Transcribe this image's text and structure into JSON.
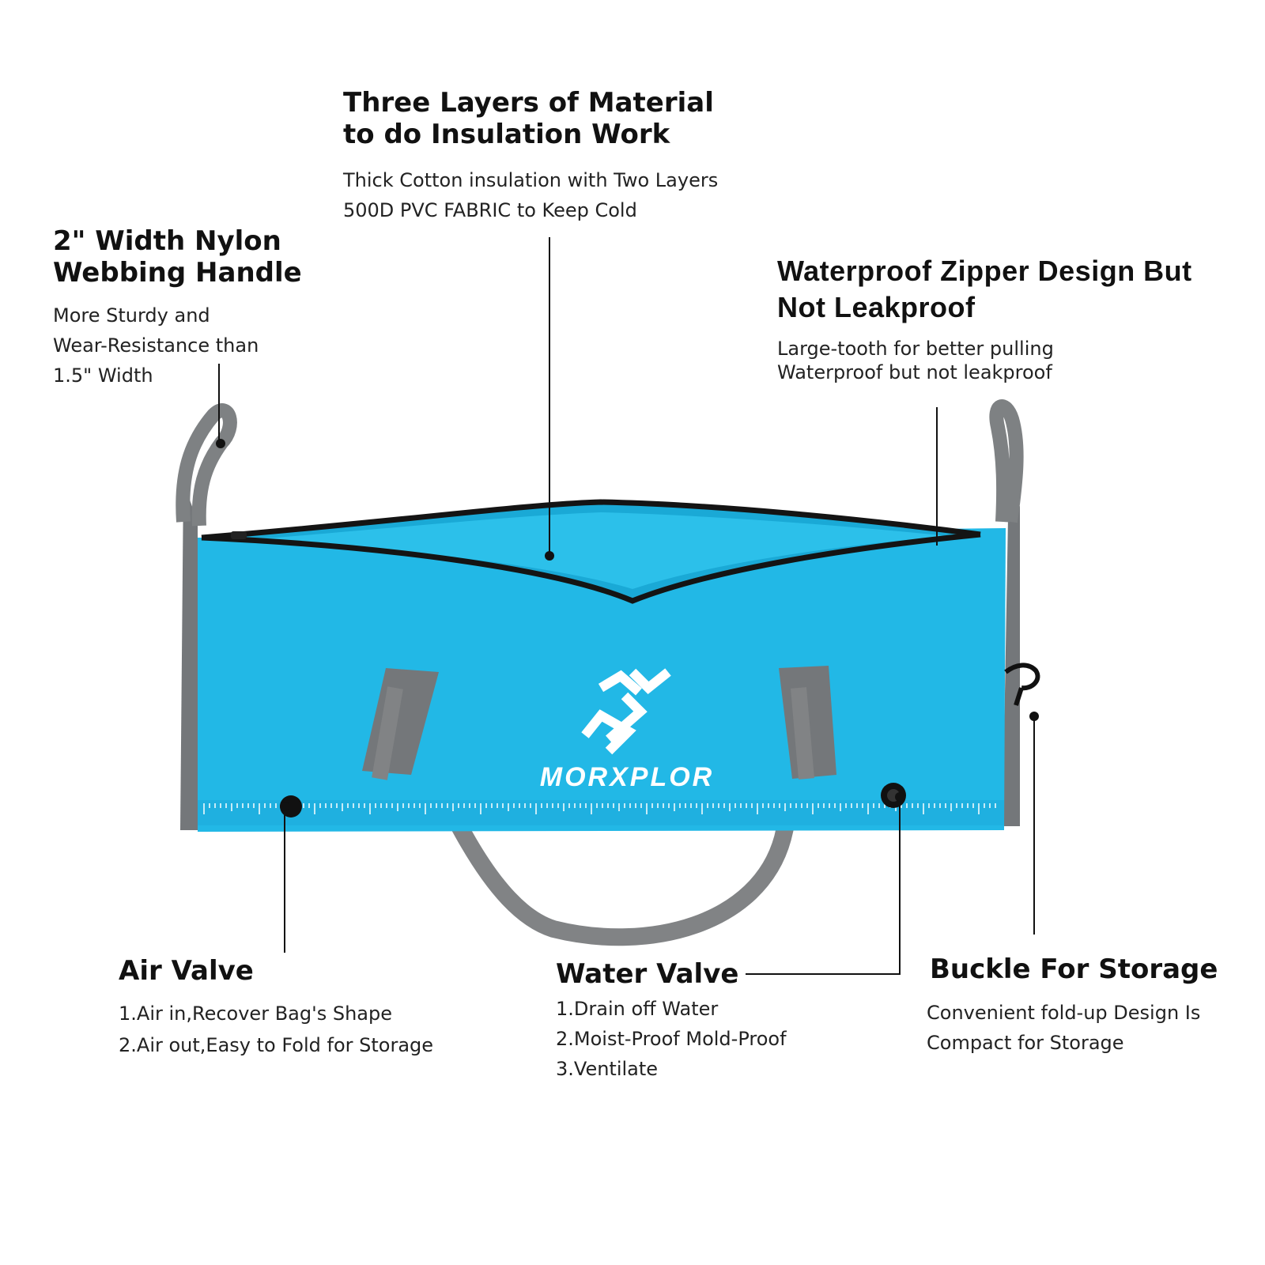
{
  "callouts": {
    "material": {
      "title_line1": "Three Layers of Material",
      "title_line2": "to do Insulation Work",
      "desc_line1": "Thick Cotton insulation with Two Layers",
      "desc_line2": "500D PVC FABRIC to Keep Cold"
    },
    "handle": {
      "title_line1": "2\" Width Nylon",
      "title_line2": "Webbing Handle",
      "desc_line1": "More Sturdy and",
      "desc_line2": "Wear-Resistance than",
      "desc_line3": "1.5\" Width"
    },
    "zipper": {
      "title_line1": "Waterproof Zipper Design But",
      "title_line2": "Not Leakproof",
      "desc_line1": "Large-tooth for better pulling",
      "desc_line2": "Waterproof but not leakproof"
    },
    "air_valve": {
      "title": "Air Valve",
      "desc_line1": "1.Air in,Recover Bag's Shape",
      "desc_line2": "2.Air out,Easy to Fold for Storage"
    },
    "water_valve": {
      "title": "Water Valve",
      "desc_line1": "1.Drain off Water",
      "desc_line2": "2.Moist-Proof Mold-Proof",
      "desc_line3": "3.Ventilate"
    },
    "buckle": {
      "title": "Buckle For Storage",
      "desc_line1": "Convenient fold-up Design Is",
      "desc_line2": "Compact for Storage"
    }
  },
  "product": {
    "brand": "MORXPLOR",
    "body_color": "#22b8e6",
    "trim_color": "#7a7c7e",
    "zipper_color": "#1a1a1a"
  }
}
